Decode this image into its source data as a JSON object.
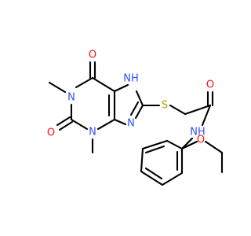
{
  "colors": {
    "bond": "#000000",
    "oxygen": "#ff0d0d",
    "nitrogen": "#3050f8",
    "sulfur": "#b5a400",
    "background": "#ffffff"
  },
  "atoms": {
    "o_top": "O",
    "n_h_imidazole": "NH",
    "n_1": "N",
    "o_left": "O",
    "n_3": "N",
    "n_imidazole": "N",
    "s_thioether": "S",
    "o_amide": "O",
    "nh_amide": "NH",
    "o_ether": "O"
  }
}
